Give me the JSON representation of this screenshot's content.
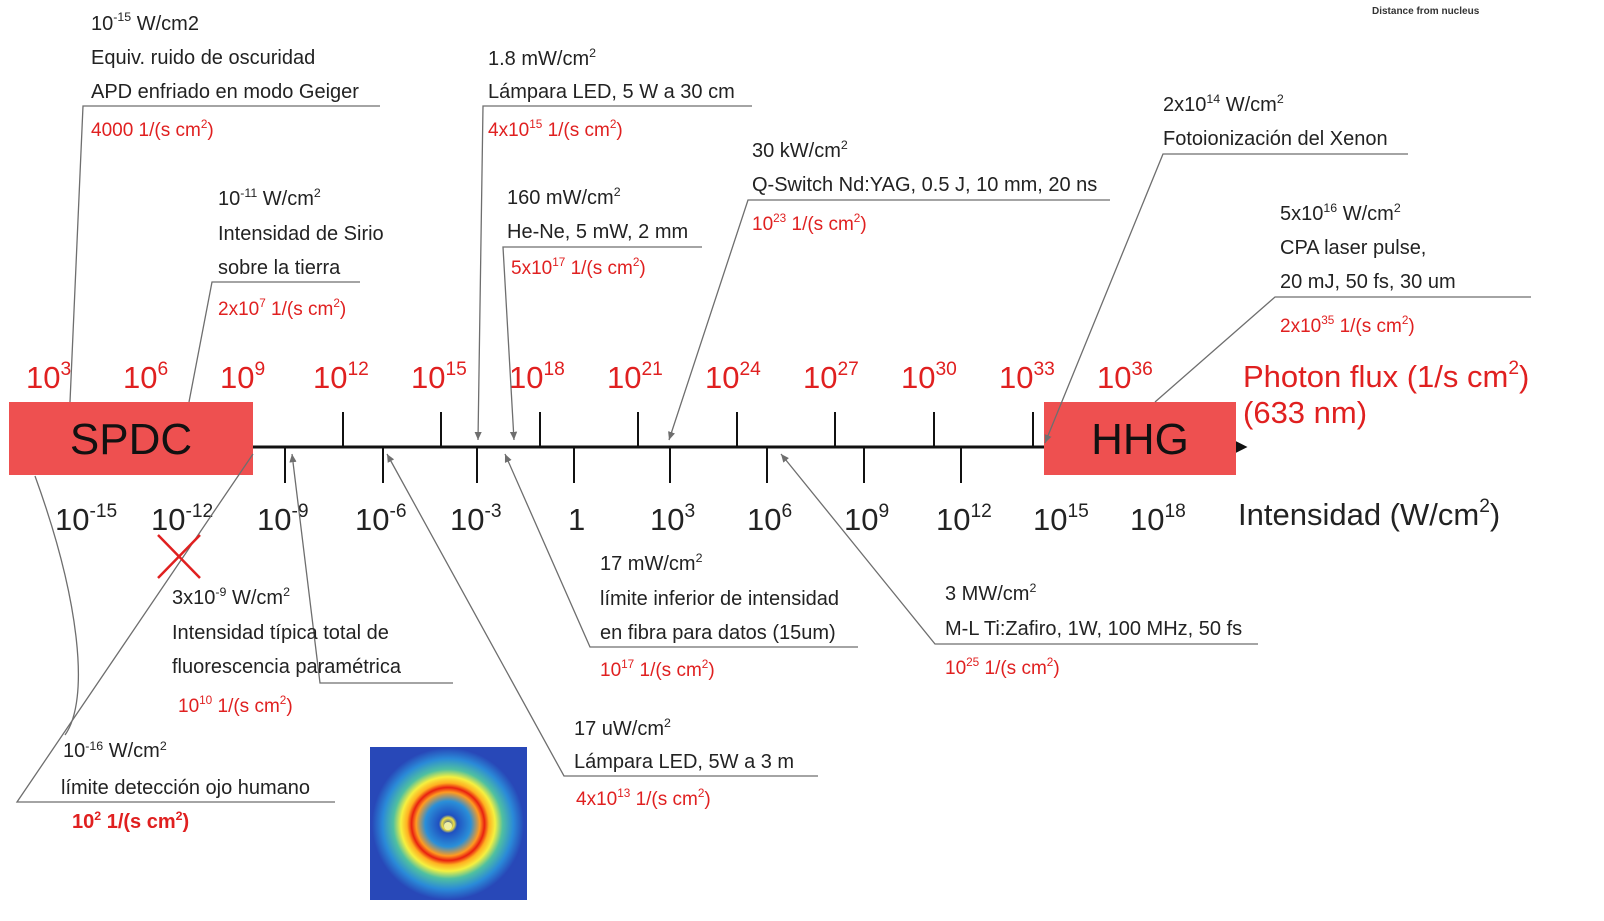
{
  "header_note": "Distance from nucleus",
  "axis": {
    "photon_flux_label": "Photon flux (1/s cm",
    "photon_flux_label_end": ")",
    "wavelength_label": "(633 nm)",
    "intensity_label": "Intensidad (W/cm",
    "intensity_label_end": ")",
    "photon_flux_ticks": [
      {
        "base": "10",
        "exp": "3"
      },
      {
        "base": "10",
        "exp": "6"
      },
      {
        "base": "10",
        "exp": "9"
      },
      {
        "base": "10",
        "exp": "12"
      },
      {
        "base": "10",
        "exp": "15"
      },
      {
        "base": "10",
        "exp": "18"
      },
      {
        "base": "10",
        "exp": "21"
      },
      {
        "base": "10",
        "exp": "24"
      },
      {
        "base": "10",
        "exp": "27"
      },
      {
        "base": "10",
        "exp": "30"
      },
      {
        "base": "10",
        "exp": "33"
      },
      {
        "base": "10",
        "exp": "36"
      }
    ],
    "intensity_ticks": [
      {
        "base": "10",
        "exp": "-15"
      },
      {
        "base": "10",
        "exp": "-12"
      },
      {
        "base": "10",
        "exp": "-9"
      },
      {
        "base": "10",
        "exp": "-6"
      },
      {
        "base": "10",
        "exp": "-3"
      },
      {
        "base": "1",
        "exp": ""
      },
      {
        "base": "10",
        "exp": "3"
      },
      {
        "base": "10",
        "exp": "6"
      },
      {
        "base": "10",
        "exp": "9"
      },
      {
        "base": "10",
        "exp": "12"
      },
      {
        "base": "10",
        "exp": "15"
      },
      {
        "base": "10",
        "exp": "18"
      }
    ]
  },
  "boxes": {
    "spdc": {
      "label": "SPDC",
      "color": "#ee5050"
    },
    "hhg": {
      "label": "HHG",
      "color": "#ee5050"
    }
  },
  "annotations": {
    "apd": {
      "intensity_base": "10",
      "intensity_exp": "-15",
      "intensity_unit": " W/cm2",
      "line1": "Equiv. ruido de oscuridad",
      "line2": "APD enfriado en modo Geiger",
      "flux_pre": "4000 1/(s cm",
      "flux_exp": "2",
      "flux_post": ")"
    },
    "sirio": {
      "intensity_base": "10",
      "intensity_exp": "-11",
      "intensity_unit": " W/cm",
      "line1": "Intensidad de Sirio",
      "line2": "sobre la tierra",
      "flux_pre": "2x10",
      "flux_exp": "7",
      "flux_post": " 1/(s cm"
    },
    "led30": {
      "intensity": "1.8 mW/cm",
      "line1": "Lámpara LED, 5 W a 30 cm",
      "flux_pre": "4x10",
      "flux_exp": "15",
      "flux_post": " 1/(s cm"
    },
    "hene": {
      "intensity": "160 mW/cm",
      "line1": "He-Ne, 5 mW, 2 mm",
      "flux_pre": "5x10",
      "flux_exp": "17",
      "flux_post": " 1/(s cm"
    },
    "qswitch": {
      "intensity": "30 kW/cm",
      "line1": "Q-Switch Nd:YAG, 0.5 J, 10 mm, 20 ns",
      "flux_pre": "10",
      "flux_exp": "23",
      "flux_post": " 1/(s cm"
    },
    "xenon": {
      "intensity_pre": "2x10",
      "intensity_exp": "14",
      "intensity_post": " W/cm",
      "line1": "Fotoionización del Xenon"
    },
    "cpa": {
      "intensity_pre": "5x10",
      "intensity_exp": "16",
      "intensity_post": " W/cm",
      "line1": "CPA laser pulse,",
      "line2": "20 mJ, 50 fs, 30 um",
      "flux_pre": "2x10",
      "flux_exp": "35",
      "flux_post": " 1/(s cm"
    },
    "fluor": {
      "intensity_pre": "3x10",
      "intensity_exp": "-9",
      "intensity_post": " W/cm",
      "line1": "Intensidad típica total de",
      "line2": "fluorescencia paramétrica",
      "flux_pre": "10",
      "flux_exp": "10",
      "flux_post": " 1/(s cm"
    },
    "fibra": {
      "intensity": "17 mW/cm",
      "line1": "límite inferior de intensidad",
      "line2": "en fibra para datos (15um)",
      "flux_pre": "10",
      "flux_exp": "17",
      "flux_post": " 1/(s cm"
    },
    "mlti": {
      "intensity": "3 MW/cm",
      "line1": "M-L Ti:Zafiro, 1W, 100 MHz, 50 fs",
      "flux_pre": "10",
      "flux_exp": "25",
      "flux_post": " 1/(s cm"
    },
    "led3m": {
      "intensity": "17 uW/cm",
      "line1": "Lámpara LED, 5W a 3 m",
      "flux_pre": "4x10",
      "flux_exp": "13",
      "flux_post": " 1/(s cm"
    },
    "ojo": {
      "intensity_base": "10",
      "intensity_exp": "-16",
      "intensity_unit": " W/cm",
      "line1": "límite detección ojo humano",
      "flux_pre": "10",
      "flux_exp": "2",
      "flux_post": " 1/(s cm"
    },
    "sup2": "2",
    "close_paren": ")"
  }
}
